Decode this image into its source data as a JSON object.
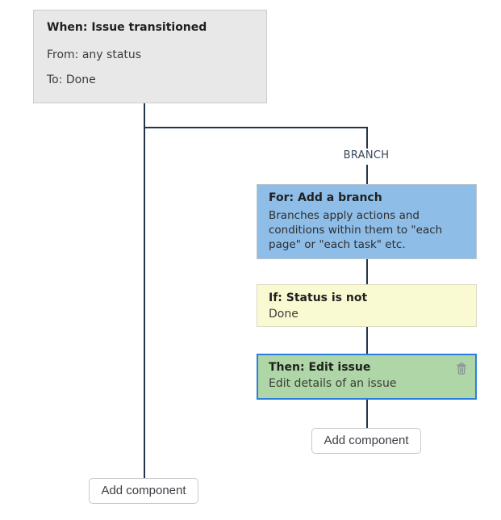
{
  "canvas": {
    "background": "#ffffff",
    "connector_color": "#233447"
  },
  "trigger_block": {
    "title": "When: Issue transitioned",
    "from_line": "From: any status",
    "to_line": "To: Done",
    "bg_color": "#e8e8e8"
  },
  "branch_label": "BRANCH",
  "branch_block": {
    "title": "For: Add a branch",
    "description": "Branches apply actions and conditions within them to \"each page\" or \"each task\" etc.",
    "bg_color": "#8ebde8"
  },
  "condition_block": {
    "title": "If: Status is not",
    "description": "Done",
    "bg_color": "#fafad2"
  },
  "action_block": {
    "title": "Then: Edit issue",
    "description": "Edit details of an issue",
    "bg_color": "#aed6a6",
    "border_color": "#2b7fe0",
    "delete_icon": "trash-icon"
  },
  "buttons": {
    "add_component_branch": "Add component",
    "add_component_main": "Add component"
  }
}
